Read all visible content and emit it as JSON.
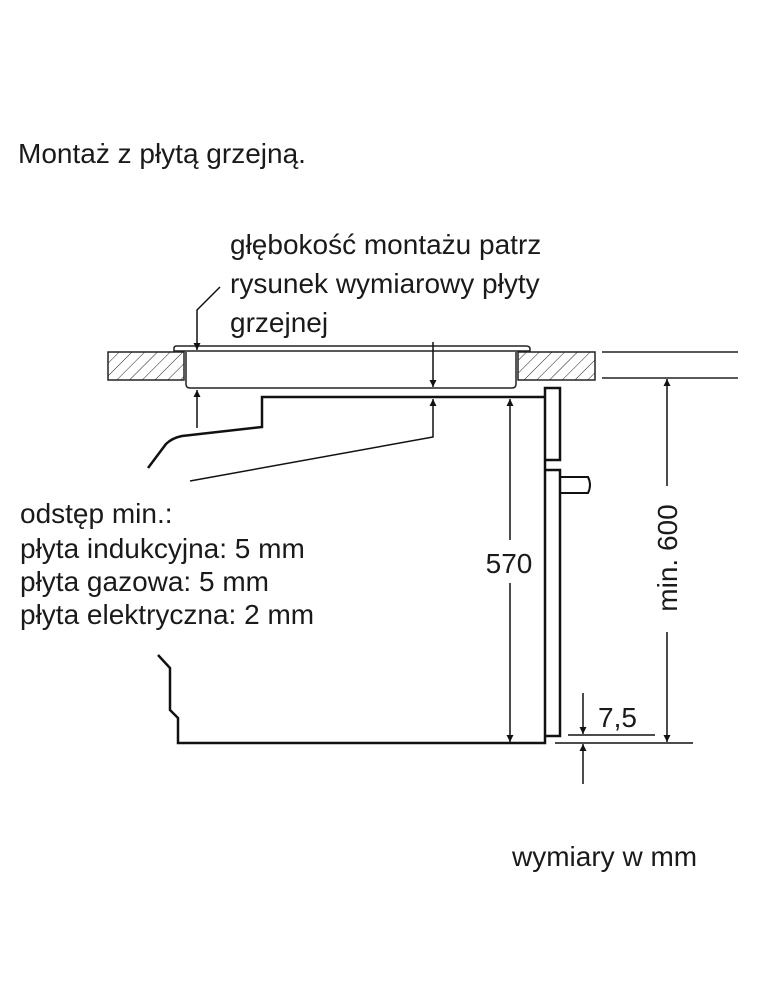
{
  "title": "Montaż z płytą grzejną.",
  "depth_note": [
    "głębokość montażu patrz",
    "rysunek wymiarowy płyty",
    "grzejnej"
  ],
  "clearance": [
    "odstęp min.:",
    "płyta indukcyjna: 5 mm",
    "płyta gazowa: 5 mm",
    "płyta elektryczna: 2 mm"
  ],
  "dimensions": {
    "oven_height": "570",
    "niche_height": "min. 600",
    "bottom_offset": "7,5"
  },
  "units_note": "wymiary w mm"
}
